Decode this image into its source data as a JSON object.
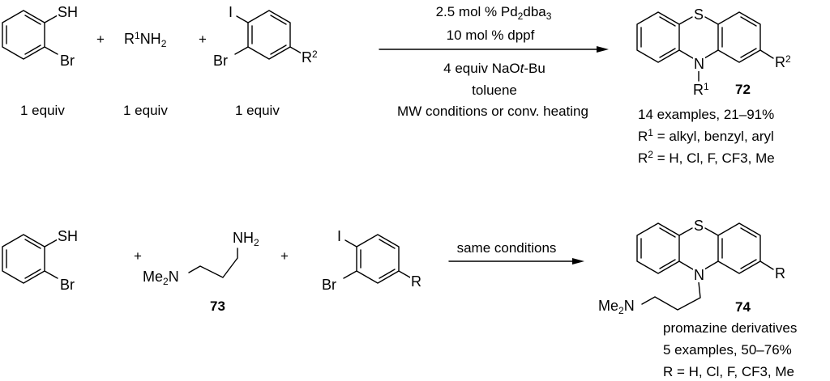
{
  "scheme1": {
    "reagent1": {
      "sh": "SH",
      "br": "Br",
      "equiv": "1 equiv"
    },
    "reagent2": {
      "r": "R",
      "r_sup": "1",
      "nh": "NH",
      "nh_sub": "2",
      "equiv": "1 equiv"
    },
    "reagent3": {
      "i": "I",
      "br": "Br",
      "r": "R",
      "r_sup": "2",
      "equiv": "1 equiv"
    },
    "plus": "+",
    "conditions_above": {
      "line1_pre": "2.5 mol % Pd",
      "line1_sub1": "2",
      "line1_mid": "dba",
      "line1_sub2": "3",
      "line2": "10 mol % dppf"
    },
    "conditions_below": {
      "line1_pre": "4 equiv  NaO",
      "line1_italic": "t",
      "line1_post": "-Bu",
      "line2": "toluene",
      "line3": "MW conditions or conv. heating"
    },
    "product": {
      "s": "S",
      "n": "N",
      "r1": "R",
      "r1_sup": "1",
      "r2": "R",
      "r2_sup": "2",
      "compound_number": "72",
      "examples": "14 examples, 21–91%",
      "r1_def_label": "R",
      "r1_def_sup": "1",
      "r1_def": " = alkyl, benzyl, aryl",
      "r2_def_label": "R",
      "r2_def_sup": "2",
      "r2_def": " = H, Cl, F, CF3, Me"
    }
  },
  "scheme2": {
    "reagent1": {
      "sh": "SH",
      "br": "Br"
    },
    "reagent2": {
      "nh": "NH",
      "nh_sub": "2",
      "me": "Me",
      "me_sub": "2",
      "n": "N",
      "compound_number": "73"
    },
    "reagent3": {
      "i": "I",
      "br": "Br",
      "r": "R"
    },
    "plus": "+",
    "conditions_above": "same conditions",
    "product": {
      "s": "S",
      "n": "N",
      "r": "R",
      "me": "Me",
      "me_sub": "2",
      "me_n": "N",
      "compound_number": "74",
      "name": "promazine derivatives",
      "examples": "5 examples, 50–76%",
      "r_def": "R = H, Cl, F, CF3, Me"
    }
  }
}
